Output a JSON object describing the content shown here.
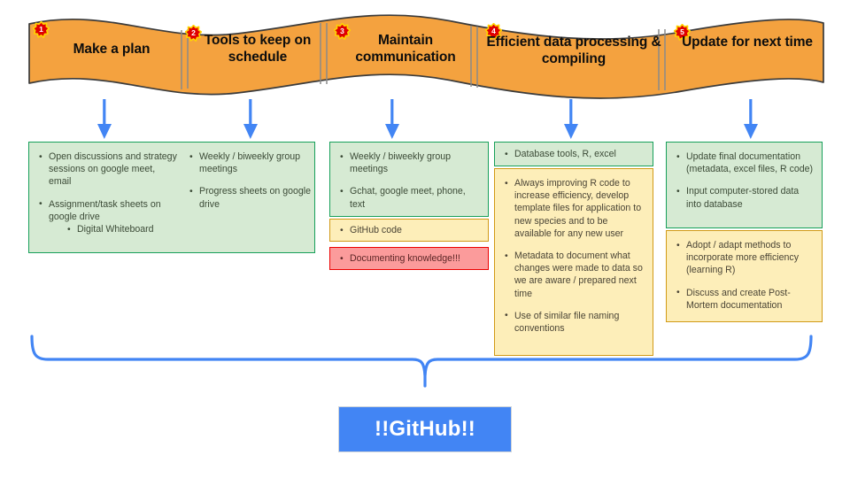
{
  "diagram": {
    "title": "Project workflow ribbon",
    "colors": {
      "ribbon": "#F4A23F",
      "ribbon_border": "#3B3B3B",
      "badge": "#E00000",
      "badge_outline": "#FFD400",
      "arrow": "#4285F4",
      "green_fill": "#D6EAD3",
      "green_border": "#17A05A",
      "yellow_fill": "#FDEEB9",
      "yellow_border": "#D19A17",
      "red_fill": "#FB9B9B",
      "red_border": "#EC0000",
      "brace": "#4285F4",
      "github_fill": "#4285F4"
    }
  },
  "steps": [
    {
      "number": "1",
      "title": "Make a plan"
    },
    {
      "number": "2",
      "title": "Tools to keep on schedule"
    },
    {
      "number": "3",
      "title": "Maintain communication"
    },
    {
      "number": "4",
      "title": "Efficient data processing & compiling"
    },
    {
      "number": "5",
      "title": "Update for next time"
    }
  ],
  "columns": [
    {
      "id": "col1",
      "boxes": [
        {
          "color": "green",
          "items": [
            {
              "text": "Open discussions and strategy sessions on google meet, email",
              "level": 1
            },
            {
              "text": "Assignment/task sheets on google drive",
              "level": 1
            },
            {
              "text": "Digital Whiteboard",
              "level": 2
            }
          ]
        }
      ]
    },
    {
      "id": "col2",
      "boxes": [
        {
          "color": "green",
          "items": [
            {
              "text": "Weekly / biweekly group meetings",
              "level": 1
            },
            {
              "text": "Progress sheets on google drive",
              "level": 1
            }
          ]
        }
      ]
    },
    {
      "id": "col3",
      "boxes": [
        {
          "color": "green",
          "items": [
            {
              "text": "Weekly / biweekly group meetings",
              "level": 1
            },
            {
              "text": "Gchat, google meet, phone, text",
              "level": 1
            }
          ]
        },
        {
          "color": "yellow",
          "items": [
            {
              "text": "GitHub code",
              "level": 1
            }
          ]
        },
        {
          "color": "red",
          "items": [
            {
              "text": "Documenting knowledge!!!",
              "level": 1
            }
          ]
        }
      ]
    },
    {
      "id": "col4",
      "boxes": [
        {
          "color": "green",
          "items": [
            {
              "text": "Database tools, R, excel",
              "level": 1
            }
          ]
        },
        {
          "color": "yellow",
          "items": [
            {
              "text": "Always improving R code to increase efficiency, develop template files for application to new species and to be available for any new user",
              "level": 1
            },
            {
              "text": "Metadata to document what changes were made to data so we are aware / prepared next time",
              "level": 1
            },
            {
              "text": "Use of similar file naming conventions",
              "level": 1
            }
          ]
        }
      ]
    },
    {
      "id": "col5",
      "boxes": [
        {
          "color": "green",
          "items": [
            {
              "text": "Update final documentation (metadata, excel files, R code)",
              "level": 1
            },
            {
              "text": "Input computer-stored data into database",
              "level": 1
            }
          ]
        },
        {
          "color": "yellow",
          "items": [
            {
              "text": "Adopt / adapt methods to incorporate more efficiency (learning R)",
              "level": 1
            },
            {
              "text": "Discuss and create Post-Mortem documentation",
              "level": 1
            }
          ]
        }
      ]
    }
  ],
  "summary": {
    "label": "!!GitHub!!"
  }
}
